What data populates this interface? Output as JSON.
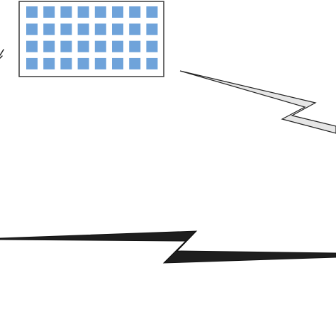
{
  "diagram": {
    "elements": [
      {
        "name": "solar-panel-array",
        "kind": "panel",
        "rows": 4,
        "columns": 8
      },
      {
        "name": "wireless-link-bolt",
        "kind": "lightning-bolt"
      },
      {
        "name": "wireless-link-bolt-dark",
        "kind": "lightning-bolt"
      },
      {
        "name": "partial-antenna-icon",
        "kind": "icon-fragment"
      }
    ],
    "colors": {
      "background": "#ffffff",
      "panel_frame": "#3a3a3a",
      "panel_frame_fill": "#ffffff",
      "panel_cell": "#6fa3da",
      "bolt_light_fill": "#e6e6e6",
      "bolt_light_stroke": "#222222",
      "bolt_dark_fill": "#1e1e1e",
      "bolt_dark_stroke": "#111111",
      "icon_stroke": "#222222"
    }
  }
}
